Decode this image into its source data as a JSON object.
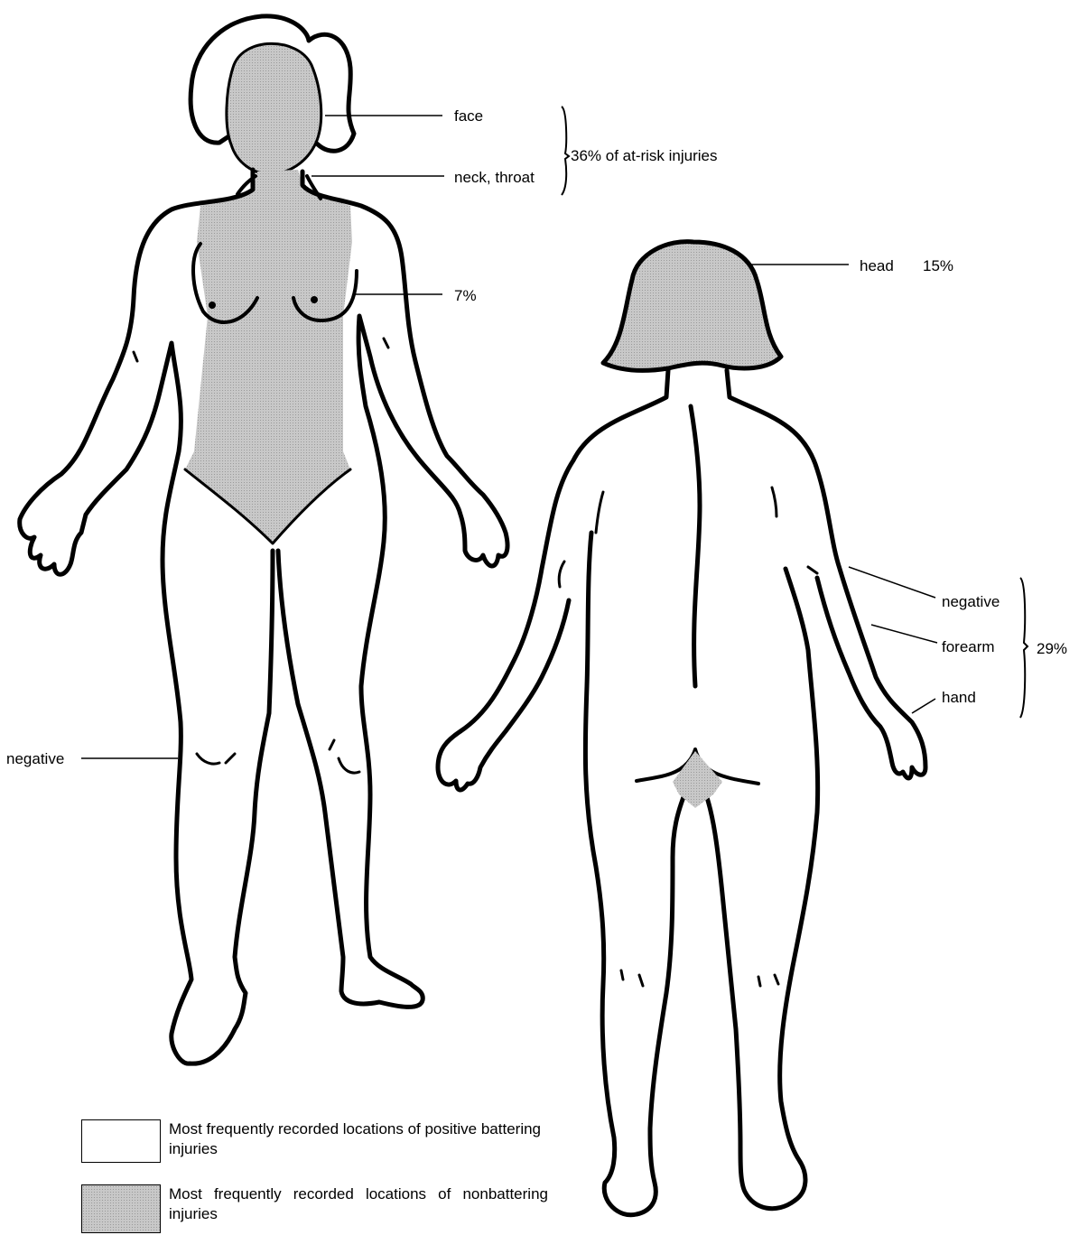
{
  "colors": {
    "outline": "#000000",
    "shaded_region": "#c8c8c8",
    "unshaded_region": "#ffffff",
    "background": "#ffffff"
  },
  "front_figure": {
    "labels": {
      "face": "face",
      "neck": "neck, throat",
      "group_percent": "36% of at-risk injuries",
      "breast_percent": "7%",
      "leg": "negative"
    }
  },
  "back_figure": {
    "labels": {
      "head": "head",
      "head_percent": "15%",
      "upper_arm": "negative",
      "forearm": "forearm",
      "hand": "hand",
      "group_percent": "29%"
    }
  },
  "legend": {
    "items": [
      {
        "label": "Most frequently recorded locations of positive battering injuries",
        "color": "#ffffff"
      },
      {
        "label": "Most frequently recorded locations of nonbattering injuries",
        "color": "#c8c8c8"
      }
    ]
  }
}
